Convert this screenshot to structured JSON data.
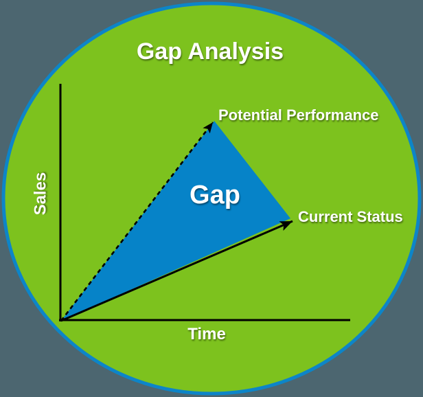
{
  "diagram": {
    "title": "Gap Analysis",
    "axes": {
      "y_label": "Sales",
      "x_label": "Time"
    },
    "labels": {
      "gap": "Gap",
      "potential_performance": "Potential Performance",
      "current_status": "Current Status"
    },
    "arrows": [
      {
        "label": "Potential Performance",
        "style": "dashed"
      },
      {
        "label": "Current Status",
        "style": "solid"
      }
    ],
    "colors": {
      "background": "#4c6670",
      "ellipse_fill": "#7dc21e",
      "ellipse_border": "#0d85c8",
      "triangle_fill": "#0683c8",
      "line_color": "#000000",
      "text_color": "#ffffff"
    }
  }
}
